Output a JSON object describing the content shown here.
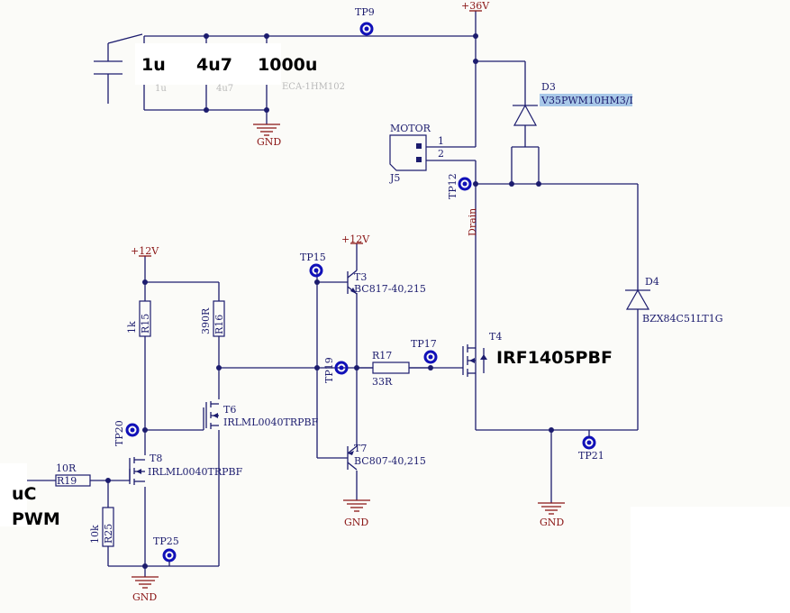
{
  "rails": {
    "v36": "+36V",
    "v12_left": "+12V",
    "v12_mid": "+12V"
  },
  "grounds": {
    "g1": "GND",
    "g2": "GND",
    "g3": "GND",
    "g4": "GND"
  },
  "capacitors": {
    "overlay_1": "1u",
    "overlay_2": "4u7",
    "overlay_3": "1000u",
    "ghost_1": "1u",
    "ghost_2": "4u7",
    "ghost_3": "ECA-1HM102"
  },
  "connector": {
    "name": "MOTOR",
    "ref": "J5",
    "pin1": "1",
    "pin2": "2"
  },
  "net_drain": "Drain",
  "diodes": {
    "d3_ref": "D3",
    "d3_part": "V35PWM10HM3/I",
    "d4_ref": "D4",
    "d4_part": "BZX84C51LT1G"
  },
  "resistors": {
    "r15_ref": "R15",
    "r15_val": "1k",
    "r16_ref": "R16",
    "r16_val": "390R",
    "r17_ref": "R17",
    "r17_val": "33R",
    "r19_ref": "R19",
    "r19_val": "10R",
    "r25_ref": "R25",
    "r25_val": "10k"
  },
  "transistors": {
    "t3_ref": "T3",
    "t3_part": "BC817-40,215",
    "t7_ref": "T7",
    "t7_part": "BC807-40,215",
    "t4_ref": "T4",
    "t4_part": "IRF1405PBF",
    "t6_ref": "T6",
    "t6_part": "IRLML0040TRPBF",
    "t8_ref": "T8",
    "t8_part": "IRLML0040TRPBF"
  },
  "test_points": {
    "tp9": "TP9",
    "tp12": "TP12",
    "tp15": "TP15",
    "tp17": "TP17",
    "tp19": "TP19",
    "tp20": "TP20",
    "tp21": "TP21",
    "tp25": "TP25"
  },
  "input_label": {
    "line1": "uC",
    "line2": "PWM"
  },
  "colors": {
    "wire": "#1c1c6e",
    "power_label": "#8a1515",
    "test_point": "#1010b8",
    "highlight": "#a8c8e8"
  }
}
